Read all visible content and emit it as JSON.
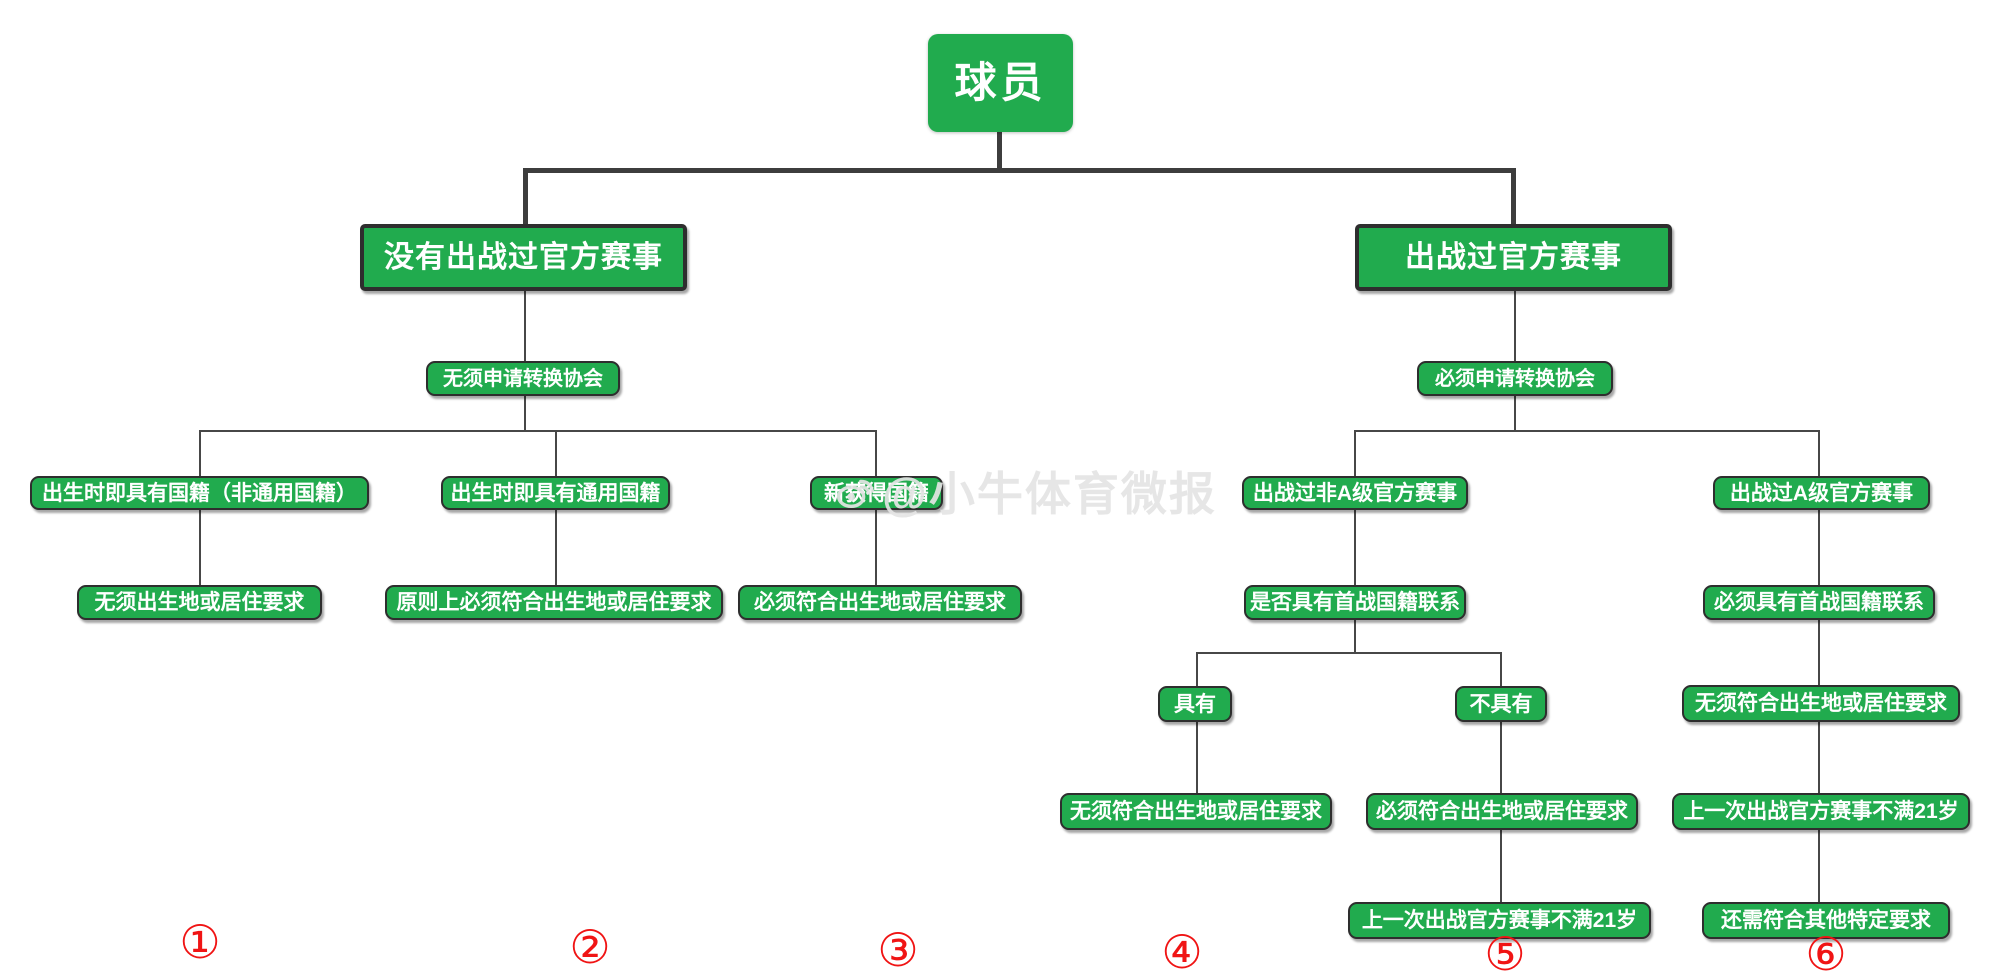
{
  "root": {
    "label": "球员"
  },
  "left": {
    "header": "没有出战过官方赛事",
    "step": "无须申请转换协会",
    "conditions": [
      "出生时即具有国籍（非通用国籍）",
      "出生时即具有通用国籍",
      "新获得国籍"
    ],
    "requirements": [
      "无须出生地或居住要求",
      "原则上必须符合出生地或居住要求",
      "必须符合出生地或居住要求"
    ]
  },
  "right": {
    "header": "出战过官方赛事",
    "step": "必须申请转换协会",
    "non_a": {
      "condition": "出战过非A级官方赛事",
      "question": "是否具有首战国籍联系",
      "yes_label": "具有",
      "no_label": "不具有",
      "yes_requirement": "无须符合出生地或居住要求",
      "no_requirement": "必须符合出生地或居住要求",
      "no_extra": "上一次出战官方赛事不满21岁"
    },
    "a": {
      "condition": "出战过A级官方赛事",
      "req1": "必须具有首战国籍联系",
      "req2": "无须符合出生地或居住要求",
      "req3": "上一次出战官方赛事不满21岁",
      "req4": "还需符合其他特定要求"
    }
  },
  "footnotes": [
    "①",
    "②",
    "③",
    "④",
    "⑤",
    "⑥"
  ],
  "watermark": "@小牛体育微报",
  "colors": {
    "node_green": "#21AB4E",
    "line_color": "#474747",
    "thick_line": "#3d3d3d",
    "border_dark": "#2e2e2e",
    "number_red": "#f01414"
  }
}
